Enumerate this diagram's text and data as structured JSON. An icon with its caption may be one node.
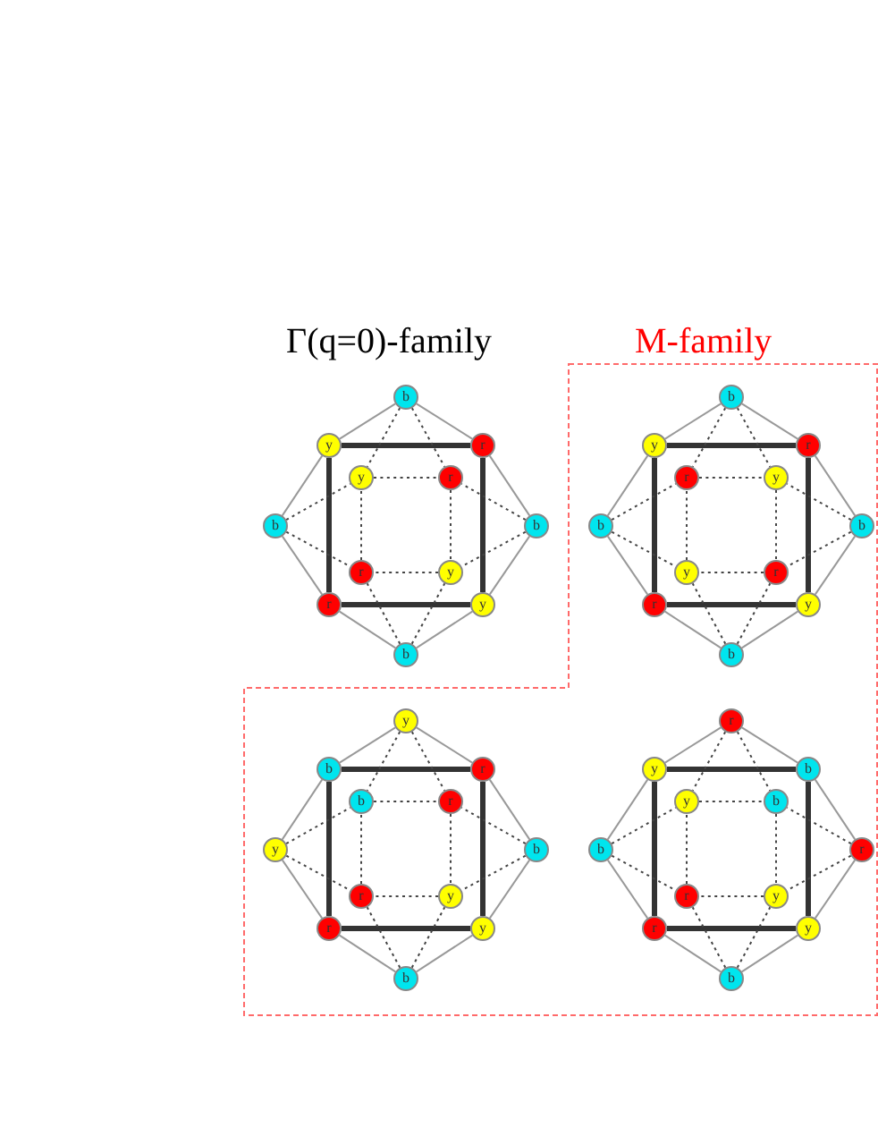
{
  "diagram": {
    "labels": [
      "Γ(q=0)-family"
    ],
    "nodes": [
      {
        "text": [
          "M-family"
        ]
      },
      {
        "text": [
          "b"
        ]
      },
      {
        "text": [
          "y"
        ]
      },
      {
        "text": [
          "r"
        ]
      },
      {
        "text": [
          "y"
        ]
      },
      {
        "text": [
          "r"
        ]
      },
      {
        "text": [
          "b"
        ]
      },
      {
        "text": [
          "b"
        ]
      },
      {
        "text": [
          "r"
        ]
      },
      {
        "text": [
          "y"
        ]
      },
      {
        "text": [
          "r"
        ]
      },
      {
        "text": [
          "y"
        ]
      },
      {
        "text": [
          "b"
        ]
      },
      {
        "text": [
          "b"
        ],
        "in": 0
      },
      {
        "text": [
          "y"
        ],
        "in": 0
      },
      {
        "text": [
          "r"
        ],
        "in": 0
      },
      {
        "text": [
          "r"
        ],
        "in": 0
      },
      {
        "text": [
          "y"
        ],
        "in": 0
      },
      {
        "text": [
          "b"
        ],
        "in": 0
      },
      {
        "text": [
          "b"
        ],
        "in": 0
      },
      {
        "text": [
          "y"
        ],
        "in": 0
      },
      {
        "text": [
          "r"
        ],
        "in": 0
      },
      {
        "text": [
          "r"
        ],
        "in": 0
      },
      {
        "text": [
          "y"
        ],
        "in": 0
      },
      {
        "text": [
          "b"
        ],
        "in": 0
      },
      {
        "text": [
          "y"
        ],
        "in": 0
      },
      {
        "text": [
          "b"
        ],
        "in": 0
      },
      {
        "text": [
          "r"
        ],
        "in": 0
      },
      {
        "text": [
          "b"
        ],
        "in": 0
      },
      {
        "text": [
          "r"
        ],
        "in": 0
      },
      {
        "text": [
          "y"
        ],
        "in": 0
      },
      {
        "text": [
          "b"
        ],
        "in": 0
      },
      {
        "text": [
          "r"
        ],
        "in": 0
      },
      {
        "text": [
          "y"
        ],
        "in": 0
      },
      {
        "text": [
          "r"
        ],
        "in": 0
      },
      {
        "text": [
          "y"
        ],
        "in": 0
      },
      {
        "text": [
          "b"
        ],
        "in": 0
      },
      {
        "text": [
          "r"
        ],
        "in": 0
      },
      {
        "text": [
          "y"
        ],
        "in": 0
      },
      {
        "text": [
          "b"
        ],
        "in": 0
      },
      {
        "text": [
          "y"
        ],
        "in": 0
      },
      {
        "text": [
          "b"
        ],
        "in": 0
      },
      {
        "text": [
          "b"
        ],
        "in": 0
      },
      {
        "text": [
          "r"
        ],
        "in": 0
      },
      {
        "text": [
          "r"
        ],
        "in": 0
      },
      {
        "text": [
          "y"
        ],
        "in": 0
      },
      {
        "text": [
          "r"
        ],
        "in": 0
      },
      {
        "text": [
          "y"
        ],
        "in": 0
      },
      {
        "text": [
          "b"
        ],
        "in": 0
      }
    ],
    "edges": [
      {
        "from": 1,
        "to": 2,
        "arrow": "none",
        "color": "#999999"
      },
      {
        "from": 2,
        "to": 6,
        "arrow": "none",
        "color": "#999999"
      },
      {
        "from": 6,
        "to": 10,
        "arrow": "none",
        "color": "#999999"
      },
      {
        "from": 10,
        "to": 12,
        "arrow": "none",
        "color": "#999999"
      },
      {
        "from": 12,
        "to": 11,
        "arrow": "none",
        "color": "#999999"
      },
      {
        "from": 11,
        "to": 7,
        "arrow": "none",
        "color": "#999999"
      },
      {
        "from": 7,
        "to": 3,
        "arrow": "none",
        "color": "#999999"
      },
      {
        "from": 3,
        "to": 1,
        "arrow": "none",
        "color": "#999999"
      },
      {
        "from": 2,
        "to": 3,
        "arrow": "none",
        "style": "thick"
      },
      {
        "from": 3,
        "to": 11,
        "arrow": "none",
        "style": "thick"
      },
      {
        "from": 11,
        "to": 10,
        "arrow": "none",
        "style": "thick"
      },
      {
        "from": 10,
        "to": 2,
        "arrow": "none",
        "style": "thick"
      },
      {
        "from": 4,
        "to": 5,
        "arrow": "none",
        "style": "dashed"
      },
      {
        "from": 5,
        "to": 9,
        "arrow": "none",
        "style": "dashed"
      },
      {
        "from": 9,
        "to": 8,
        "arrow": "none",
        "style": "dashed"
      },
      {
        "from": 8,
        "to": 4,
        "arrow": "none",
        "style": "dashed"
      },
      {
        "from": 1,
        "to": 4,
        "arrow": "none",
        "style": "dashed"
      },
      {
        "from": 1,
        "to": 5,
        "arrow": "none",
        "style": "dashed"
      },
      {
        "from": 6,
        "to": 4,
        "arrow": "none",
        "style": "dashed"
      },
      {
        "from": 6,
        "to": 8,
        "arrow": "none",
        "style": "dashed"
      },
      {
        "from": 7,
        "to": 5,
        "arrow": "none",
        "style": "dashed"
      },
      {
        "from": 7,
        "to": 9,
        "arrow": "none",
        "style": "dashed"
      },
      {
        "from": 12,
        "to": 8,
        "arrow": "none",
        "style": "dashed"
      },
      {
        "from": 12,
        "to": 9,
        "arrow": "none",
        "style": "dashed"
      },
      {
        "from": 13,
        "to": 14,
        "arrow": "none",
        "color": "#999999"
      },
      {
        "from": 14,
        "to": 18,
        "arrow": "none",
        "color": "#999999"
      },
      {
        "from": 18,
        "to": 22,
        "arrow": "none",
        "color": "#999999"
      },
      {
        "from": 22,
        "to": 24,
        "arrow": "none",
        "color": "#999999"
      },
      {
        "from": 24,
        "to": 23,
        "arrow": "none",
        "color": "#999999"
      },
      {
        "from": 23,
        "to": 19,
        "arrow": "none",
        "color": "#999999"
      },
      {
        "from": 19,
        "to": 15,
        "arrow": "none",
        "color": "#999999"
      },
      {
        "from": 15,
        "to": 13,
        "arrow": "none",
        "color": "#999999"
      },
      {
        "from": 14,
        "to": 15,
        "arrow": "none",
        "style": "thick"
      },
      {
        "from": 15,
        "to": 23,
        "arrow": "none",
        "style": "thick"
      },
      {
        "from": 23,
        "to": 22,
        "arrow": "none",
        "style": "thick"
      },
      {
        "from": 22,
        "to": 14,
        "arrow": "none",
        "style": "thick"
      },
      {
        "from": 16,
        "to": 17,
        "arrow": "none",
        "style": "dashed"
      },
      {
        "from": 17,
        "to": 21,
        "arrow": "none",
        "style": "dashed"
      },
      {
        "from": 21,
        "to": 20,
        "arrow": "none",
        "style": "dashed"
      },
      {
        "from": 20,
        "to": 16,
        "arrow": "none",
        "style": "dashed"
      },
      {
        "from": 13,
        "to": 16,
        "arrow": "none",
        "style": "dashed"
      },
      {
        "from": 13,
        "to": 17,
        "arrow": "none",
        "style": "dashed"
      },
      {
        "from": 18,
        "to": 16,
        "arrow": "none",
        "style": "dashed"
      },
      {
        "from": 18,
        "to": 20,
        "arrow": "none",
        "style": "dashed"
      },
      {
        "from": 19,
        "to": 17,
        "arrow": "none",
        "style": "dashed"
      },
      {
        "from": 19,
        "to": 21,
        "arrow": "none",
        "style": "dashed"
      },
      {
        "from": 24,
        "to": 20,
        "arrow": "none",
        "style": "dashed"
      },
      {
        "from": 24,
        "to": 21,
        "arrow": "none",
        "style": "dashed"
      },
      {
        "from": 25,
        "to": 26,
        "arrow": "none",
        "color": "#999999"
      },
      {
        "from": 26,
        "to": 30,
        "arrow": "none",
        "color": "#999999"
      },
      {
        "from": 30,
        "to": 34,
        "arrow": "none",
        "color": "#999999"
      },
      {
        "from": 34,
        "to": 36,
        "arrow": "none",
        "color": "#999999"
      },
      {
        "from": 36,
        "to": 35,
        "arrow": "none",
        "color": "#999999"
      },
      {
        "from": 35,
        "to": 31,
        "arrow": "none",
        "color": "#999999"
      },
      {
        "from": 31,
        "to": 27,
        "arrow": "none",
        "color": "#999999"
      },
      {
        "from": 27,
        "to": 25,
        "arrow": "none",
        "color": "#999999"
      },
      {
        "from": 26,
        "to": 27,
        "arrow": "none",
        "style": "thick"
      },
      {
        "from": 27,
        "to": 35,
        "arrow": "none",
        "style": "thick"
      },
      {
        "from": 35,
        "to": 34,
        "arrow": "none",
        "style": "thick"
      },
      {
        "from": 34,
        "to": 26,
        "arrow": "none",
        "style": "thick"
      },
      {
        "from": 28,
        "to": 29,
        "arrow": "none",
        "style": "dashed"
      },
      {
        "from": 29,
        "to": 33,
        "arrow": "none",
        "style": "dashed"
      },
      {
        "from": 33,
        "to": 32,
        "arrow": "none",
        "style": "dashed"
      },
      {
        "from": 32,
        "to": 28,
        "arrow": "none",
        "style": "dashed"
      },
      {
        "from": 25,
        "to": 28,
        "arrow": "none",
        "style": "dashed"
      },
      {
        "from": 25,
        "to": 29,
        "arrow": "none",
        "style": "dashed"
      },
      {
        "from": 30,
        "to": 28,
        "arrow": "none",
        "style": "dashed"
      },
      {
        "from": 30,
        "to": 32,
        "arrow": "none",
        "style": "dashed"
      },
      {
        "from": 31,
        "to": 29,
        "arrow": "none",
        "style": "dashed"
      },
      {
        "from": 31,
        "to": 33,
        "arrow": "none",
        "style": "dashed"
      },
      {
        "from": 36,
        "to": 32,
        "arrow": "none",
        "style": "dashed"
      },
      {
        "from": 36,
        "to": 33,
        "arrow": "none",
        "style": "dashed"
      },
      {
        "from": 37,
        "to": 38,
        "arrow": "none",
        "color": "#999999"
      },
      {
        "from": 38,
        "to": 42,
        "arrow": "none",
        "color": "#999999"
      },
      {
        "from": 42,
        "to": 46,
        "arrow": "none",
        "color": "#999999"
      },
      {
        "from": 46,
        "to": 48,
        "arrow": "none",
        "color": "#999999"
      },
      {
        "from": 48,
        "to": 47,
        "arrow": "none",
        "color": "#999999"
      },
      {
        "from": 47,
        "to": 43,
        "arrow": "none",
        "color": "#999999"
      },
      {
        "from": 43,
        "to": 39,
        "arrow": "none",
        "color": "#999999"
      },
      {
        "from": 39,
        "to": 37,
        "arrow": "none",
        "color": "#999999"
      },
      {
        "from": 38,
        "to": 39,
        "arrow": "none",
        "style": "thick"
      },
      {
        "from": 39,
        "to": 47,
        "arrow": "none",
        "style": "thick"
      },
      {
        "from": 47,
        "to": 46,
        "arrow": "none",
        "style": "thick"
      },
      {
        "from": 46,
        "to": 38,
        "arrow": "none",
        "style": "thick"
      },
      {
        "from": 40,
        "to": 41,
        "arrow": "none",
        "style": "dashed"
      },
      {
        "from": 41,
        "to": 45,
        "arrow": "none",
        "style": "dashed"
      },
      {
        "from": 45,
        "to": 44,
        "arrow": "none",
        "style": "dashed"
      },
      {
        "from": 44,
        "to": 40,
        "arrow": "none",
        "style": "dashed"
      },
      {
        "from": 37,
        "to": 40,
        "arrow": "none",
        "style": "dashed"
      },
      {
        "from": 37,
        "to": 41,
        "arrow": "none",
        "style": "dashed"
      },
      {
        "from": 42,
        "to": 40,
        "arrow": "none",
        "style": "dashed"
      },
      {
        "from": 42,
        "to": 44,
        "arrow": "none",
        "style": "dashed"
      },
      {
        "from": 43,
        "to": 41,
        "arrow": "none",
        "style": "dashed"
      },
      {
        "from": 43,
        "to": 45,
        "arrow": "none",
        "style": "dashed"
      },
      {
        "from": 48,
        "to": 44,
        "arrow": "none",
        "style": "dashed"
      },
      {
        "from": 48,
        "to": 45,
        "arrow": "none",
        "style": "dashed"
      }
    ]
  }
}
